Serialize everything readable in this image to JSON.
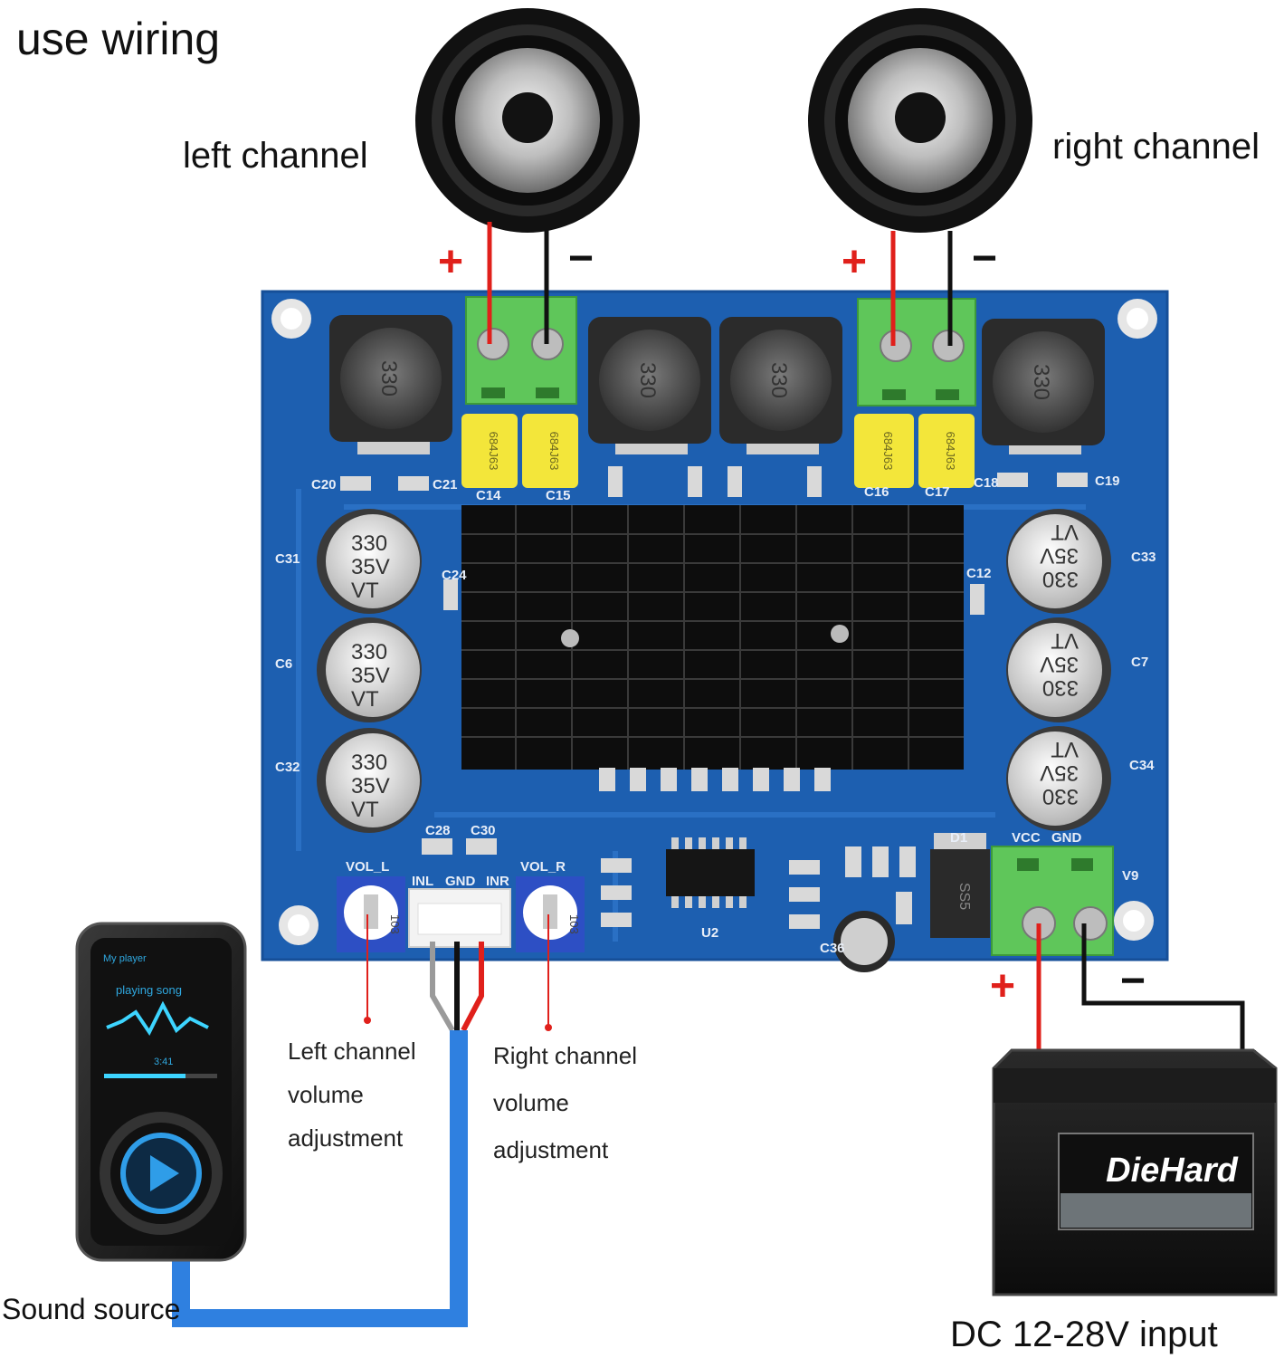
{
  "title": "use wiring",
  "labels": {
    "left_channel": "left channel",
    "right_channel": "right channel",
    "left_volume": [
      "Left channel",
      "volume",
      "adjustment"
    ],
    "right_volume": [
      "Right channel",
      "volume",
      "adjustment"
    ],
    "sound_source": "Sound source",
    "dc_input": "DC 12-28V input"
  },
  "polarity": {
    "plus": "+",
    "minus": "−"
  },
  "board": {
    "inductor_marking": "330",
    "film_cap_marking": "684J63",
    "electrolytic_marking": [
      "330",
      "35V",
      "VT"
    ],
    "silk": {
      "vol_l": "VOL_L",
      "vol_r": "VOL_R",
      "inl": "INL",
      "gnd": "GND",
      "inr": "INR",
      "vcc": "VCC",
      "gnd_power": "GND",
      "u2": "U2",
      "v9": "V9",
      "d1": "D1",
      "c31": "C31",
      "c6": "C6",
      "c32": "C32",
      "c33": "C33",
      "c7": "C7",
      "c34": "C34",
      "c20": "C20",
      "c21": "C21",
      "c14": "C14",
      "c15": "C15",
      "c16": "C16",
      "c17": "C17",
      "c18": "C18",
      "c19": "C19",
      "c28": "C28",
      "c30": "C30",
      "c12": "C12",
      "c24": "C24",
      "c36": "C36",
      "diode_marking": "SS5",
      "pot_marking": "103"
    }
  },
  "battery_brand": "DieHard",
  "player": {
    "header": "My player",
    "song": "playing song",
    "time": "3:41"
  },
  "colors": {
    "pcb": "#1d5fb0",
    "terminal": "#5fc65a",
    "wire_red": "#e0201b",
    "wire_black": "#111111",
    "audio_cable": "#2f80e0",
    "film_cap": "#f3e63a",
    "heatsink": "#111111"
  }
}
